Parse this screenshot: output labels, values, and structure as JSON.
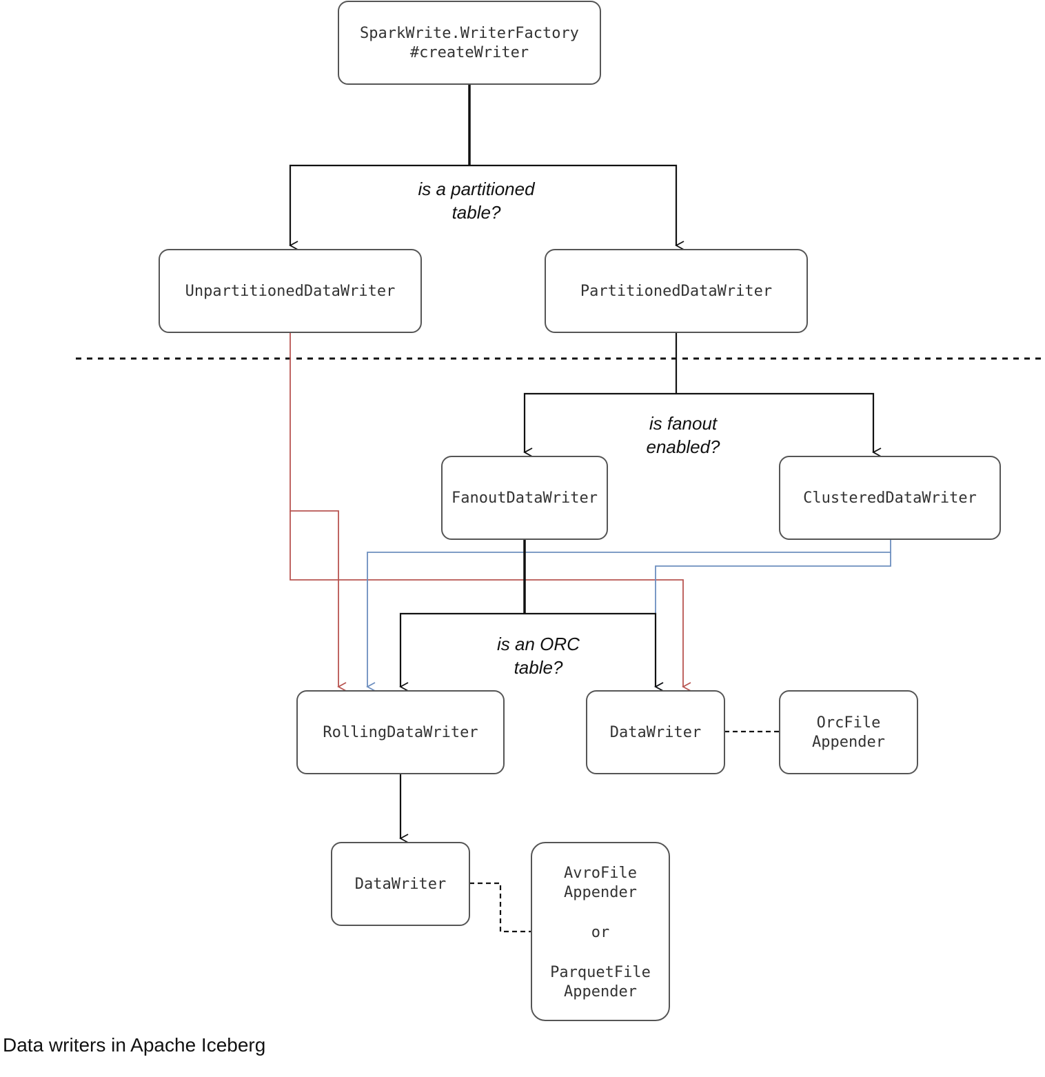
{
  "nodes": {
    "factory": {
      "line1": "SparkWrite.WriterFactory",
      "line2": "#createWriter"
    },
    "unpartitioned": "UnpartitionedDataWriter",
    "partitioned": "PartitionedDataWriter",
    "fanout": "FanoutDataWriter",
    "clustered": "ClusteredDataWriter",
    "rolling": "RollingDataWriter",
    "datawriter_orc": "DataWriter",
    "orc_appender": {
      "line1": "OrcFile",
      "line2": "Appender"
    },
    "datawriter_rolling": "DataWriter",
    "avro_parquet": {
      "line1": "AvroFile",
      "line2": "Appender",
      "line3": "or",
      "line4": "ParquetFile",
      "line5": "Appender"
    }
  },
  "conditions": {
    "partitioned": {
      "line1": "is a partitioned",
      "line2": "table?"
    },
    "fanout": {
      "line1": "is fanout",
      "line2": "enabled?"
    },
    "orc": {
      "line1": "is an ORC",
      "line2": "table?"
    }
  },
  "colors": {
    "unpartitioned_path": "#b85450",
    "clustered_path": "#6c8ebf",
    "default_edge": "#111111"
  },
  "caption": "Data writers in Apache Iceberg"
}
